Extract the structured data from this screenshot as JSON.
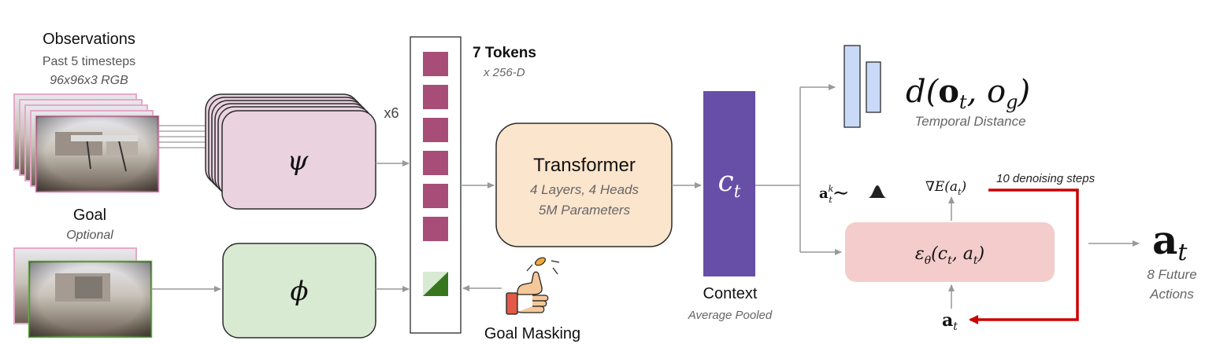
{
  "observations": {
    "title": "Observations",
    "subtitle": "Past 5 timesteps",
    "spec": "96x96x3 RGB"
  },
  "goal": {
    "title": "Goal",
    "subtitle": "Optional"
  },
  "encoder_obs": {
    "symbol": "ψ",
    "repeat_label": "x6"
  },
  "encoder_goal": {
    "symbol": "ϕ"
  },
  "tokens": {
    "title": "7 Tokens",
    "subtitle": "x 256-D",
    "count": 7
  },
  "transformer": {
    "title": "Transformer",
    "line1": "4 Layers, 4 Heads",
    "line2": "5M Parameters"
  },
  "goal_masking": {
    "label": "Goal Masking"
  },
  "context": {
    "symbol": "c",
    "subscript": "t",
    "title": "Context",
    "subtitle": "Average Pooled"
  },
  "distance_head": {
    "formula_d": "d(",
    "formula_o": "o",
    "formula_t": "t",
    "formula_comma": ", o",
    "formula_g": "g",
    "formula_close": ")",
    "label": "Temporal Distance"
  },
  "diffusion": {
    "noise_a": "a",
    "noise_sup": "k",
    "noise_sub": "t",
    "noise_tilde": "∼",
    "gradient": "∇E(a",
    "gradient_sub": "t",
    "gradient_close": ")",
    "steps_label": "10 denoising steps",
    "model_eps": "ε",
    "model_theta": "θ",
    "model_args": "(c",
    "model_t": "t",
    "model_mid": ", a",
    "model_t2": "t",
    "model_close": ")",
    "input_a": "a",
    "input_t": "t"
  },
  "output": {
    "symbol": "a",
    "subscript": "t",
    "line1": "8 Future",
    "line2": "Actions"
  },
  "colors": {
    "pink_box": "#ead3df",
    "pink_border": "#2b2b2b",
    "green_box": "#d9ead3",
    "token": "#a84d78",
    "transformer": "#fce5cd",
    "context": "#674ea7",
    "distance_bar": "#c9daf8",
    "diffusion": "#f4cccc",
    "arrow": "#999999",
    "red": "#cc0000",
    "goal_token": "#38761d"
  }
}
